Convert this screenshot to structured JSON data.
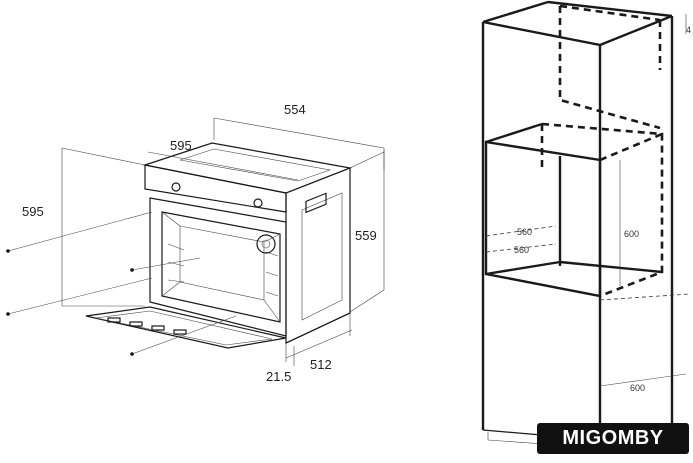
{
  "oven": {
    "dims": {
      "width_depth": "554",
      "front_width": "595",
      "height": "595",
      "side_height": "559",
      "front_offset": "21.5",
      "depth": "512"
    }
  },
  "cabinet": {
    "dims": {
      "top_depth": "4",
      "niche_width_a": "560",
      "niche_width_b": "560",
      "niche_height": "600",
      "cabinet_depth": "600"
    }
  },
  "brand": {
    "logo_text": "MIGOMBY"
  }
}
